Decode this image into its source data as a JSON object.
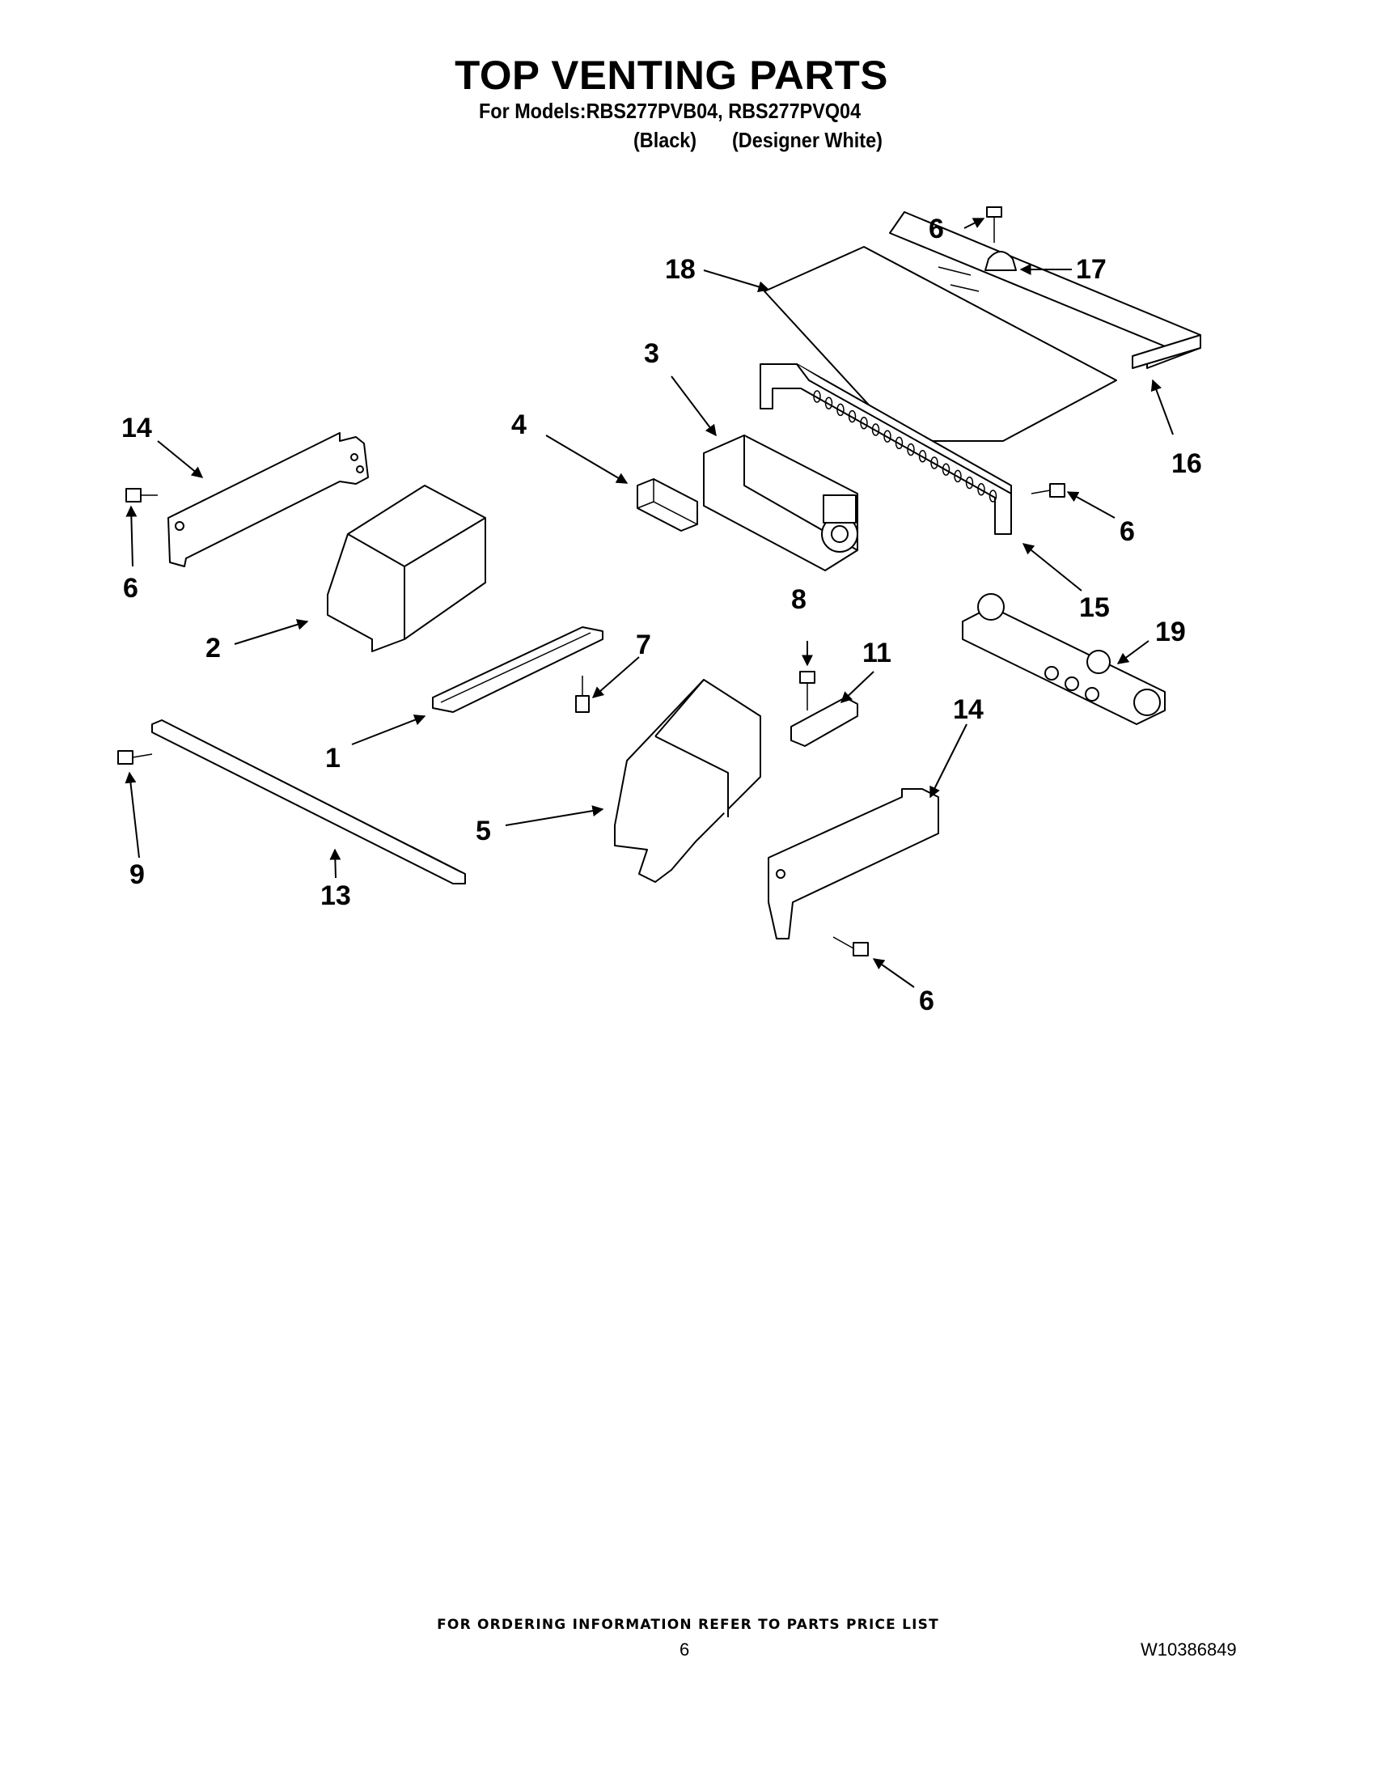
{
  "header": {
    "title": "TOP VENTING PARTS",
    "models_line": "For Models:RBS277PVB04, RBS277PVQ04",
    "variant_black": "(Black)",
    "variant_white": "(Designer White)"
  },
  "callouts": [
    {
      "id": "c6a",
      "label": "6"
    },
    {
      "id": "c17",
      "label": "17"
    },
    {
      "id": "c18",
      "label": "18"
    },
    {
      "id": "c16",
      "label": "16"
    },
    {
      "id": "c3",
      "label": "3"
    },
    {
      "id": "c4",
      "label": "4"
    },
    {
      "id": "c14a",
      "label": "14"
    },
    {
      "id": "c6b",
      "label": "6"
    },
    {
      "id": "c6c",
      "label": "6"
    },
    {
      "id": "c15",
      "label": "15"
    },
    {
      "id": "c2",
      "label": "2"
    },
    {
      "id": "c8",
      "label": "8"
    },
    {
      "id": "c11",
      "label": "11"
    },
    {
      "id": "c19",
      "label": "19"
    },
    {
      "id": "c7",
      "label": "7"
    },
    {
      "id": "c1",
      "label": "1"
    },
    {
      "id": "c14b",
      "label": "14"
    },
    {
      "id": "c9",
      "label": "9"
    },
    {
      "id": "c5",
      "label": "5"
    },
    {
      "id": "c13",
      "label": "13"
    },
    {
      "id": "c6d",
      "label": "6"
    }
  ],
  "footer": {
    "ordering_note": "FOR ORDERING INFORMATION REFER TO PARTS PRICE LIST",
    "page_number": "6",
    "document_number": "W10386849"
  }
}
